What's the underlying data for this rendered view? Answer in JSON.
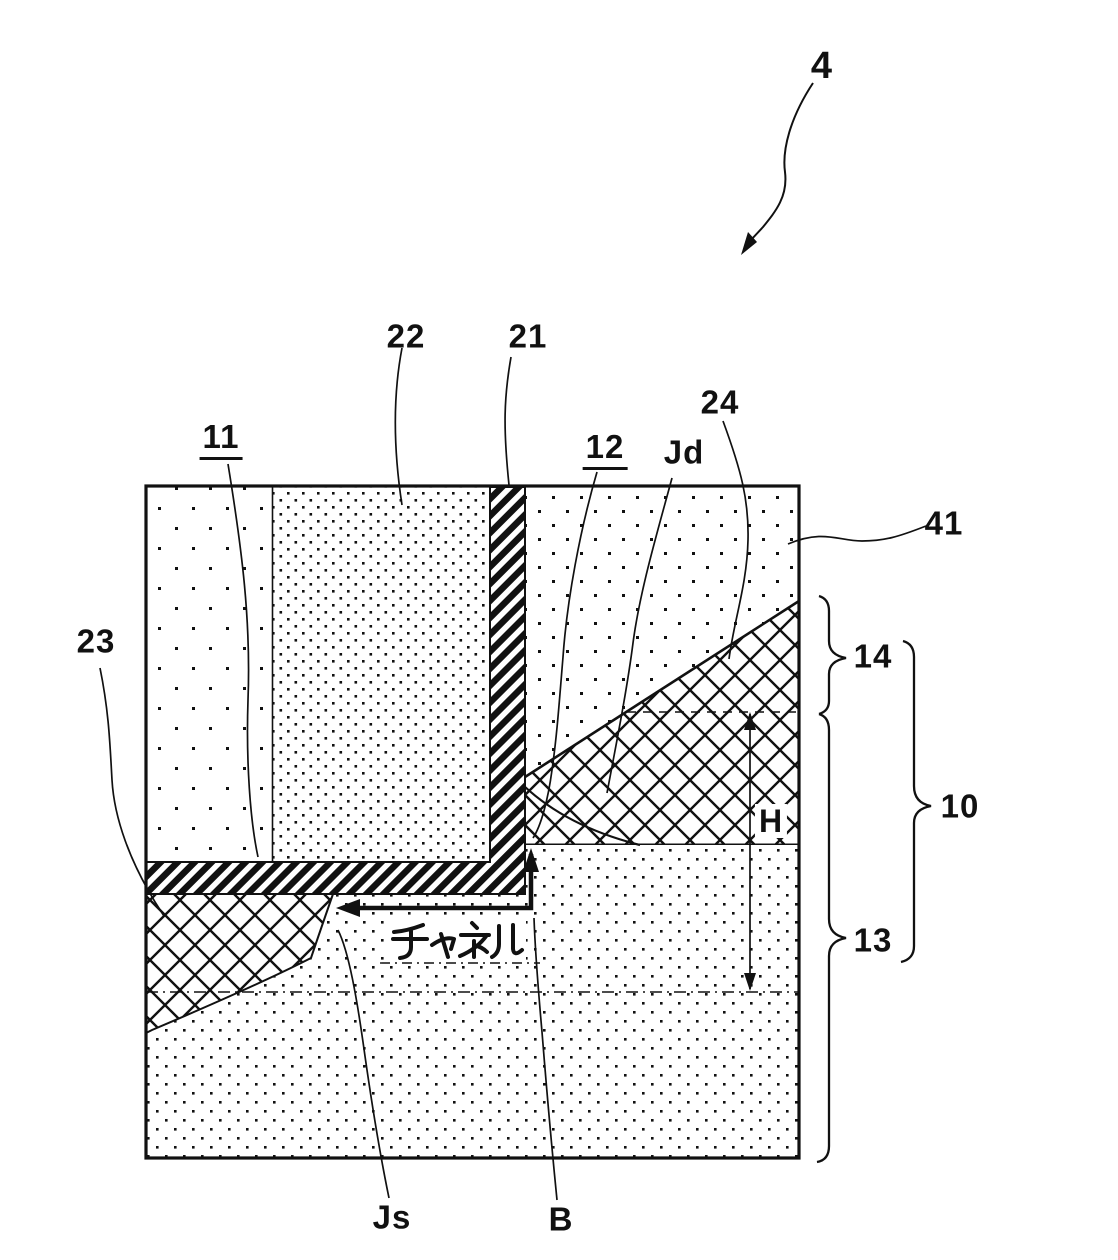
{
  "labels": {
    "figure_ref": "4",
    "electrode_21": "21",
    "film_22": "22",
    "layer_11": "11",
    "layer_12": "12",
    "junction_drain": "Jd",
    "region_24": "24",
    "region_41": "41",
    "region_23": "23",
    "layer_14": "14",
    "body_10": "10",
    "layer_13": "13",
    "height_dim": "H",
    "junction_source": "Js",
    "corner_b": "B",
    "channel": "チャネル"
  },
  "colors": {
    "ink": "#111111",
    "background": "#ffffff"
  }
}
